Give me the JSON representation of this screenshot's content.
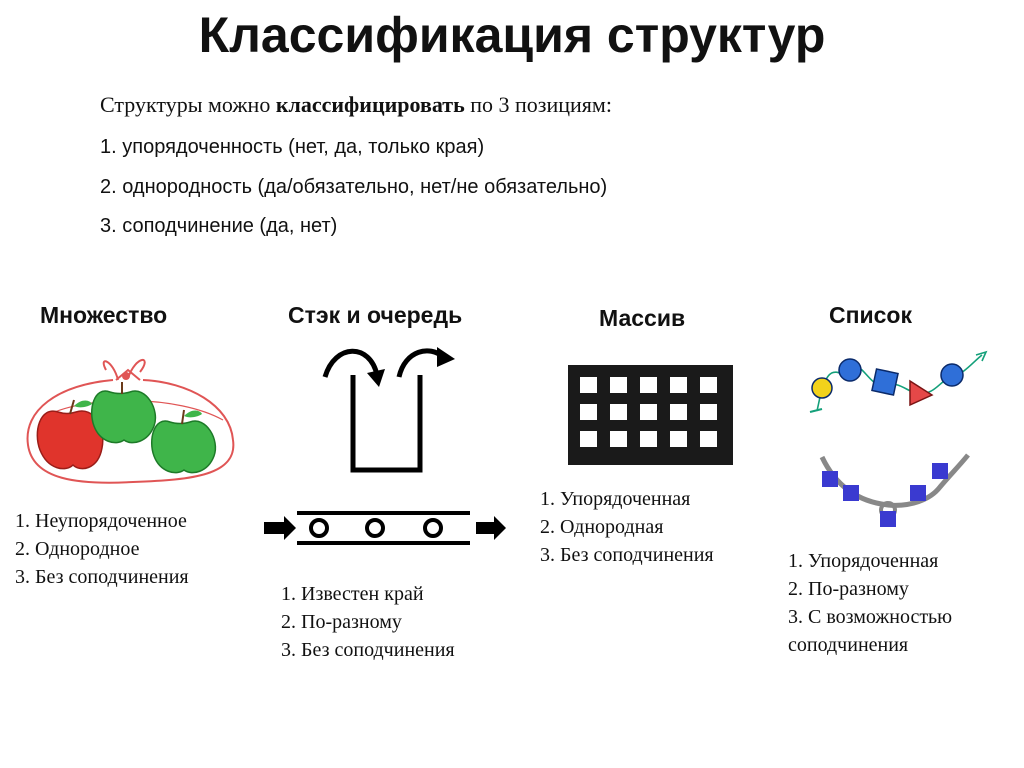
{
  "title": "Классификация структур",
  "intro": {
    "prefix": "Структуры можно",
    "keyword": "классифицировать",
    "suffix": "по 3 позициям:"
  },
  "criteria": [
    "1. упорядоченность (нет, да, только края)",
    "2. однородность (да/обязательно, нет/не обязательно)",
    "3. соподчинение (да, нет)"
  ],
  "categories": [
    {
      "name": "Множество",
      "image": "bag-of-apples",
      "properties": [
        "1. Неупорядоченное",
        "2. Однородное",
        "3. Без соподчинения"
      ]
    },
    {
      "name": "Стэк и очередь",
      "image": "stack-and-queue",
      "properties": [
        "1. Известен край",
        "2. По-разному",
        "3. Без соподчинения"
      ]
    },
    {
      "name": "Массив",
      "image": "grid-array",
      "properties": [
        "1. Упорядоченная",
        "2. Однородная",
        "3. Без соподчинения"
      ]
    },
    {
      "name": "Список",
      "image": "linked-list-shapes",
      "properties": [
        "1. Упорядоченная",
        "2. По-разному",
        "3. С возможностью",
        "соподчинения"
      ]
    }
  ],
  "colors": {
    "apple_red": "#e0342c",
    "apple_green": "#3fb54a",
    "bag_outline": "#e05555",
    "list_blue": "#2f6fd8",
    "list_yellow": "#f2d21b",
    "list_red": "#e54848",
    "list_teal": "#14a07a",
    "chain_square": "#3a3ad0",
    "chain_line": "#888888"
  }
}
